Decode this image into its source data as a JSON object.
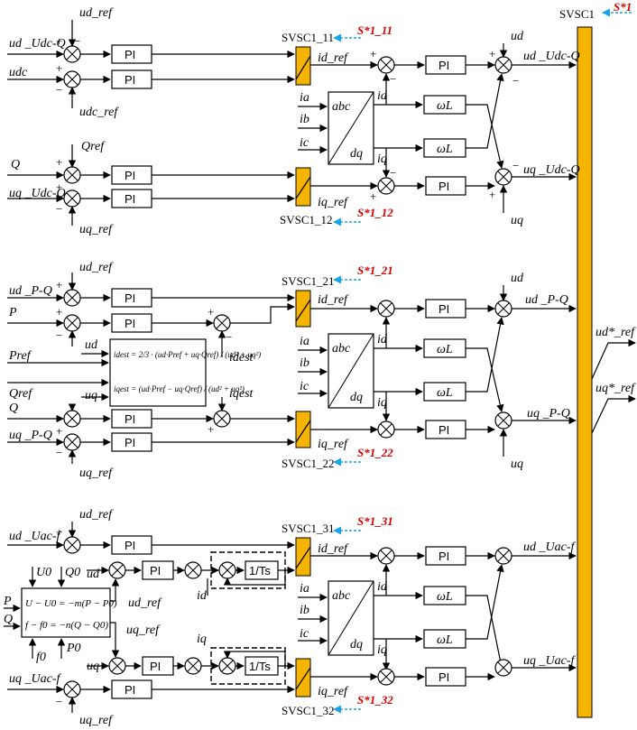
{
  "colors": {
    "switch": "#f5b400",
    "signal": "#d40000",
    "arrow": "#1aa3e8"
  },
  "blocks": {
    "pi": "PI",
    "omega_l": "ωL",
    "one_over_ts": "1/Ts",
    "abc": "abc",
    "dq": "dq"
  },
  "main_switch": {
    "label": "SVSC1",
    "signal": "S*1"
  },
  "switches": {
    "s11": {
      "label": "SVSC1_11",
      "signal": "S*1_11"
    },
    "s12": {
      "label": "SVSC1_12",
      "signal": "S*1_12"
    },
    "s21": {
      "label": "SVSC1_21",
      "signal": "S*1_21"
    },
    "s22": {
      "label": "SVSC1_22",
      "signal": "S*1_22"
    },
    "s31": {
      "label": "SVSC1_31",
      "signal": "S*1_31"
    },
    "s32": {
      "label": "SVSC1_32",
      "signal": "S*1_32"
    }
  },
  "signals": {
    "ud_ref": "ud_ref",
    "uq_ref": "uq_ref",
    "ud_udcq": "ud _Udc-Q",
    "udc": "udc",
    "udc_ref": "udc_ref",
    "qref": "Qref",
    "q": "Q",
    "uq_udcq": "uq _Udc-Q",
    "id_ref": "id_ref",
    "iq_ref": "iq_ref",
    "ia": "ia",
    "ib": "ib",
    "ic": "ic",
    "id": "id",
    "iq": "iq",
    "ud": "ud",
    "uq": "uq",
    "ud_out_udcq": "ud _Udc-Q",
    "uq_out_udcq": "uq _Udc-Q",
    "ud_pq": "ud _P-Q",
    "p": "P",
    "pref": "Pref",
    "qref2": "Qref",
    "q2": "Q",
    "uq_pq": "uq _P-Q",
    "idest": "idest",
    "iqest": "iqest",
    "ud_out_pq": "ud _P-Q",
    "uq_out_pq": "uq _P-Q",
    "udstar_ref": "ud*_ref",
    "uqstar_ref": "uq*_ref",
    "ud_uacf": "ud _Uac-f",
    "uq_uacf": "uq _Uac-f",
    "u0": "U0",
    "q0": "Q0",
    "p0": "P0",
    "f0": "f0",
    "ud_out_uacf": "ud _Uac-f",
    "uq_out_uacf": "uq _Uac-f"
  },
  "equations": {
    "idest": "idest = 2/3 · (ud·Pref + uq·Qref) / (ud² + uq²)",
    "iqest": "iqest = (ud·Pref − uq·Qref) / (ud² + uq²)",
    "droop_u": "U − U0 = −m(P − P0)",
    "droop_f": "f − f0 = −n(Q − Q0)"
  },
  "signs": {
    "plus": "+",
    "minus": "−"
  }
}
